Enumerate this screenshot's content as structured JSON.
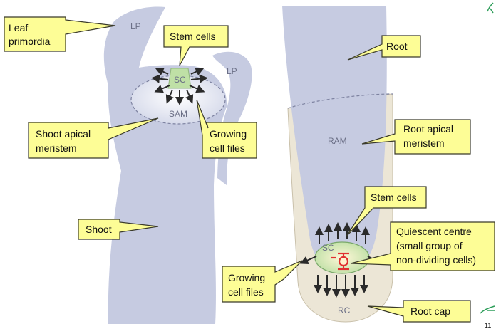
{
  "colors": {
    "tissue": "#c6cbe1",
    "tissue_dark": "#a7adca",
    "root_cap": "#ece6d6",
    "stem_cell_green": "#bfe0a6",
    "callout_fill": "#fdfd96",
    "callout_stroke": "#3a3a2a",
    "arrow": "#2a2a2a",
    "quiescent_marker": "#e03030",
    "annotation_green": "#2e9e5a"
  },
  "shoot": {
    "labels": {
      "lp_left": "LP",
      "lp_right": "LP",
      "sc": "SC",
      "sam": "SAM"
    },
    "callouts": {
      "leaf_primordia": [
        "Leaf",
        "primordia"
      ],
      "stem_cells": [
        "Stem cells"
      ],
      "shoot_apical_meristem": [
        "Shoot apical",
        "meristem"
      ],
      "growing_cell_files": [
        "Growing",
        "cell files"
      ],
      "shoot": [
        "Shoot"
      ]
    }
  },
  "root": {
    "labels": {
      "ram": "RAM",
      "sc": "SC",
      "rc": "RC"
    },
    "callouts": {
      "root": [
        "Root"
      ],
      "root_apical_meristem": [
        "Root apical",
        "meristem"
      ],
      "stem_cells": [
        "Stem cells"
      ],
      "quiescent_centre": [
        "Quiescent centre",
        "(small group of",
        "non-dividing cells)"
      ],
      "growing_cell_files": [
        "Growing",
        "cell files"
      ],
      "root_cap": [
        "Root cap"
      ]
    }
  },
  "page_number": "11"
}
